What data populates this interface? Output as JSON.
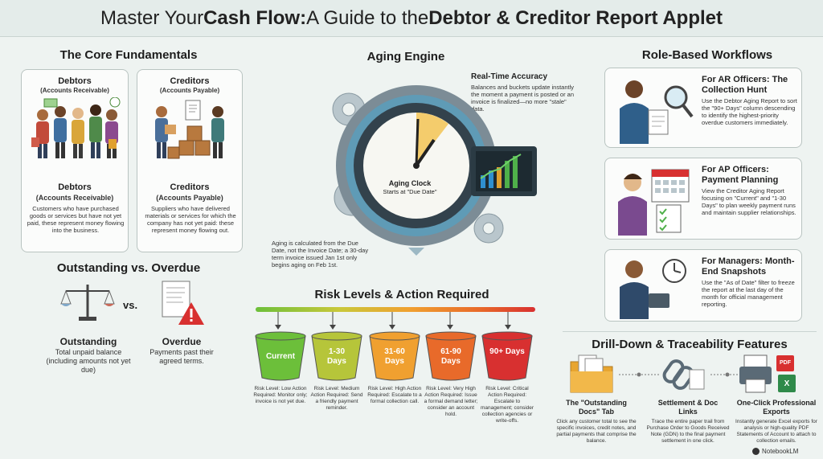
{
  "title": {
    "part1": "Master Your ",
    "bold1": "Cash Flow:",
    "part2": " A Guide to the ",
    "bold2": "Debtor & Creditor Report Applet"
  },
  "fundamentals": {
    "heading": "The Core Fundamentals",
    "debtors": {
      "top_title": "Debtors",
      "top_sub": "(Accounts Receivable)",
      "title": "Debtors",
      "sub": "(Accounts Receivable)",
      "text": "Customers who have purchased goods or services but have not yet paid, these represent money flowing into the business."
    },
    "creditors": {
      "top_title": "Creditors",
      "top_sub": "(Accounts Payable)",
      "title": "Creditors",
      "sub": "(Accounts Payable)",
      "text": "Suppliers who have delivered materials or services for which the company has not yet paid: these represent money flowing out."
    }
  },
  "outstanding": {
    "heading": "Outstanding vs. Overdue",
    "vs": "vs.",
    "outstanding_title": "Outstanding",
    "outstanding_text": "Total unpaid balance (including amounts not yet due)",
    "overdue_title": "Overdue",
    "overdue_text": "Payments past their agreed terms."
  },
  "aging": {
    "heading": "Aging Engine",
    "accuracy_title": "Real-Time Accuracy",
    "accuracy_text": "Balances and buckets update instantly the moment a payment is posted or an invoice is finalized—no more \"stale\" data.",
    "clock_label": "Aging Clock",
    "clock_sub": "Starts at \"Due Date\"",
    "note": "Aging is calculated from the Due Date, not the Invoice Date; a 30-day term invoice issued Jan 1st only begins aging on Feb 1st."
  },
  "risk": {
    "heading": "Risk Levels & Action Required",
    "buckets": [
      {
        "label": "Current",
        "color": "#6cbf3a",
        "desc": "Risk Level: Low Action Required: Monitor only; invoice is not yet due."
      },
      {
        "label": "1-30 Days",
        "color": "#b6c53a",
        "desc": "Risk Level: Medium Action Required: Send a friendly payment reminder."
      },
      {
        "label": "31-60 Days",
        "color": "#f0a030",
        "desc": "Risk Level: High Action Required: Escalate to a formal collection call."
      },
      {
        "label": "61-90 Days",
        "color": "#e86a2a",
        "desc": "Risk Level: Very High Action Required: Issue a formal demand letter; consider an account hold."
      },
      {
        "label": "90+ Days",
        "color": "#d83030",
        "desc": "Risk Level: Critical Action Required: Escalate to management; consider collection agencies or write-offs."
      }
    ]
  },
  "roles": {
    "heading": "Role-Based Workflows",
    "items": [
      {
        "title": "For AR Officers: The Collection Hunt",
        "text": "Use the Debtor Aging Report to sort the \"90+ Days\" column descending to identify the highest-priority overdue customers immediately."
      },
      {
        "title": "For AP Officers: Payment Planning",
        "text": "View the Creditor Aging Report focusing on \"Current\" and \"1-30 Days\" to plan weekly payment runs and maintain supplier relationships."
      },
      {
        "title": "For Managers: Month-End Snapshots",
        "text": "Use the \"As of Date\" filter to freeze the report at the last day of the month for official management reporting."
      }
    ]
  },
  "drilldown": {
    "heading": "Drill-Down & Traceability Features",
    "items": [
      {
        "title": "The \"Outstanding Docs\" Tab",
        "text": "Click any customer total to see the specific invoices, credit notes, and partial payments that comprise the balance."
      },
      {
        "title": "Settlement & Doc Links",
        "text": "Trace the entire paper trail from Purchase Order to Goods Received Note (GDN) to the final payment settlement in one click."
      },
      {
        "title": "One-Click Professional Exports",
        "text": "Instantly generate Excel exports for analysis or high-quality PDF Statements of Account to attach to collection emails."
      }
    ],
    "pdf_badge": "PDF",
    "xls_badge": "X"
  },
  "footer": {
    "brand": "NotebookLM"
  },
  "colors": {
    "accent_blue": "#2f5f8a",
    "low": "#6cbf3a",
    "critical": "#d83030"
  }
}
